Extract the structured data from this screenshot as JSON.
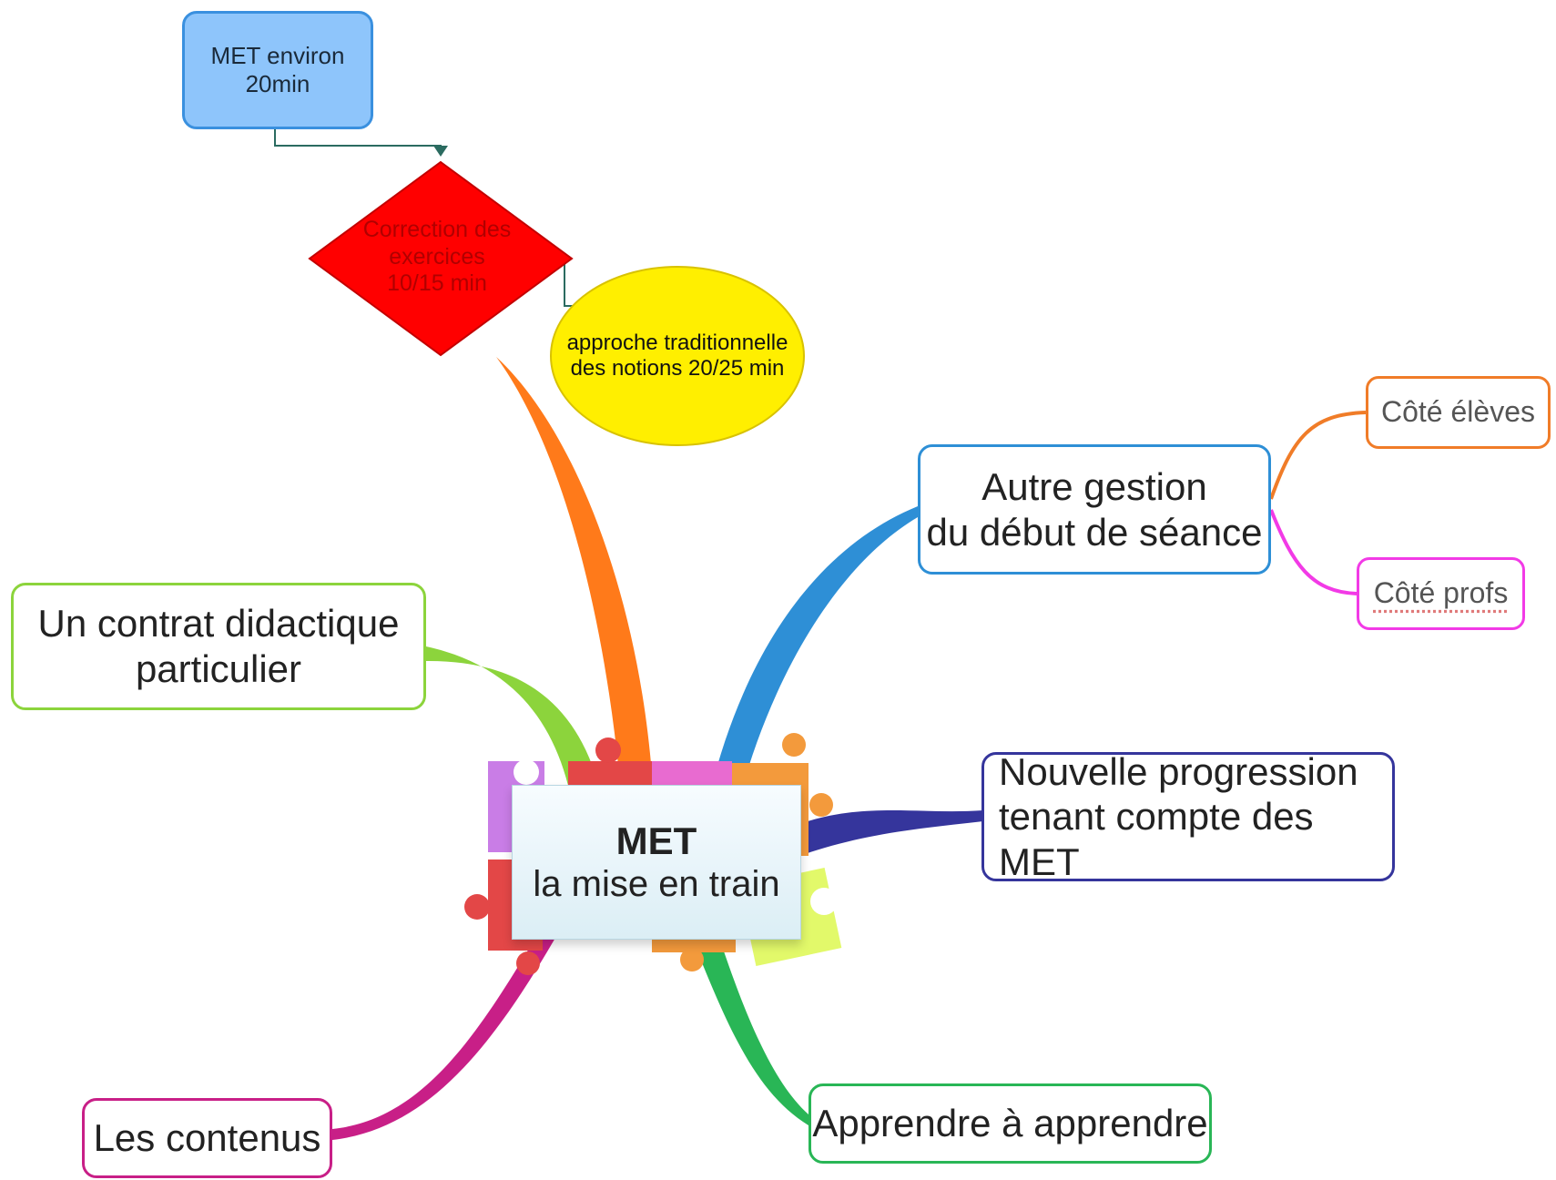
{
  "center": {
    "title": "MET",
    "subtitle": "la mise en train"
  },
  "flow": {
    "start": {
      "text": "MET environ 20min",
      "fill": "#8ec5fb",
      "border": "#3a90df"
    },
    "decision": {
      "lines": [
        "Correction des",
        "exercices",
        "10/15 min"
      ],
      "fill": "#ff0000",
      "text_color": "#b00000"
    },
    "ellipse": {
      "lines": [
        "approche traditionnelle",
        "des notions 20/25 min"
      ],
      "fill": "#ffef00"
    }
  },
  "branches": {
    "autre": {
      "lines": [
        "Autre gestion",
        "du début de séance"
      ],
      "color": "#2e8fd6"
    },
    "eleves": {
      "text": "Côté élèves",
      "color": "#f07c28"
    },
    "profs": {
      "text": "Côté profs",
      "color": "#f23ae6"
    },
    "nouvelle": {
      "lines": [
        "Nouvelle progression",
        "tenant compte des MET"
      ],
      "color": "#35359c"
    },
    "contrat": {
      "lines": [
        "Un contrat didactique",
        "particulier"
      ],
      "color": "#8cd43c"
    },
    "apprendre": {
      "text": "Apprendre à apprendre",
      "color": "#29b656"
    },
    "contenus": {
      "text": "Les contenus",
      "color": "#c81f87"
    },
    "orange_branch_color": "#ff7a1a"
  }
}
